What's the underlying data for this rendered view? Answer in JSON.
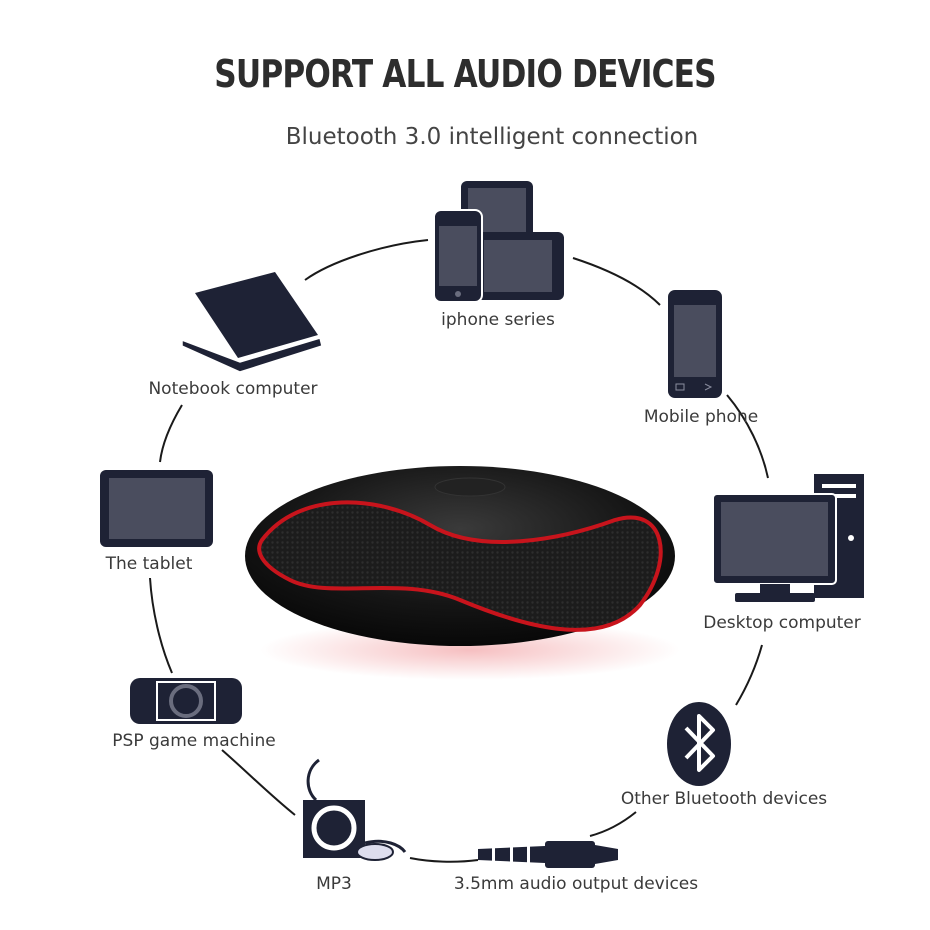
{
  "header": {
    "title": "SUPPORT ALL AUDIO DEVICES",
    "subtitle": "Bluetooth 3.0 intelligent connection"
  },
  "devices": [
    {
      "label": "iphone series",
      "icon": "iphone-ipad-icon"
    },
    {
      "label": "Mobile phone",
      "icon": "mobile-phone-icon"
    },
    {
      "label": "Desktop computer",
      "icon": "desktop-computer-icon"
    },
    {
      "label": "Other Bluetooth devices",
      "icon": "bluetooth-icon"
    },
    {
      "label": "3.5mm audio output devices",
      "icon": "audio-jack-icon"
    },
    {
      "label": "MP3",
      "icon": "mp3-player-icon"
    },
    {
      "label": "PSP game machine",
      "icon": "psp-game-icon"
    },
    {
      "label": "The tablet",
      "icon": "tablet-icon"
    },
    {
      "label": "Notebook computer",
      "icon": "laptop-icon"
    }
  ],
  "colors": {
    "icon_dark": "#1e2235",
    "speaker_accent": "#c8141c",
    "text": "#3a3a3a"
  }
}
